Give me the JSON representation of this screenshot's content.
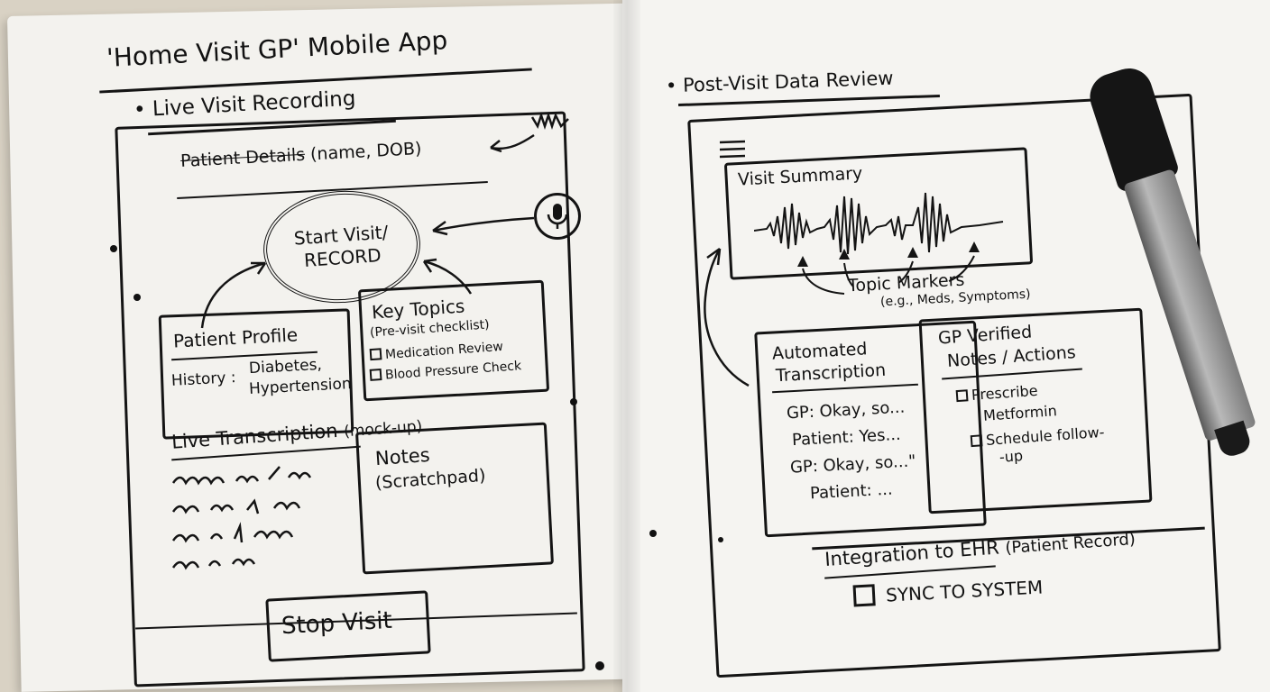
{
  "title": "'Home Visit GP' Mobile App",
  "left_section": {
    "heading": "• Live Visit Recording",
    "patient_details_struck": "Patient Details",
    "patient_details_rest": " (name, DOB)",
    "record_button": {
      "line1": "Start Visit/",
      "line2": "RECORD"
    },
    "mic_icon": "microphone-icon",
    "patient_profile": {
      "heading": "Patient Profile",
      "history_label": "History :",
      "history_line1": "Diabetes,",
      "history_line2": "Hypertension"
    },
    "key_topics": {
      "heading": "Key Topics",
      "subheading": "(Pre-visit checklist)",
      "items": [
        "Medication Review",
        "Blood Pressure Check"
      ]
    },
    "live_transcription": {
      "heading": "Live Transcription",
      "note": "(mock-up)"
    },
    "notes": {
      "line1": "Notes",
      "line2": "(Scratchpad)"
    },
    "stop_button": "Stop Visit"
  },
  "right_section": {
    "heading": "• Post-Visit Data Review",
    "menu_icon": "hamburger-menu-icon",
    "visit_summary": "Visit Summary",
    "topic_markers": "Topic Markers",
    "topic_markers_examples": "(e.g., Meds, Symptoms)",
    "automated_transcription": {
      "heading_line1": "Automated",
      "heading_line2": "Transcription",
      "lines": [
        "GP: Okay, so...",
        "Patient: Yes...",
        "GP: Okay, so...\"",
        "Patient: ..."
      ]
    },
    "gp_verified": {
      "heading_line1": "GP Verified",
      "heading_line2": "Notes / Actions",
      "items": [
        {
          "line1": "Prescribe",
          "line2": "Metformin"
        },
        {
          "line1": "Schedule follow-",
          "line2": "-up"
        }
      ]
    },
    "ehr": {
      "heading": "Integration to EHR",
      "note": "(Patient Record)",
      "sync_label": "SYNC TO SYSTEM"
    }
  }
}
